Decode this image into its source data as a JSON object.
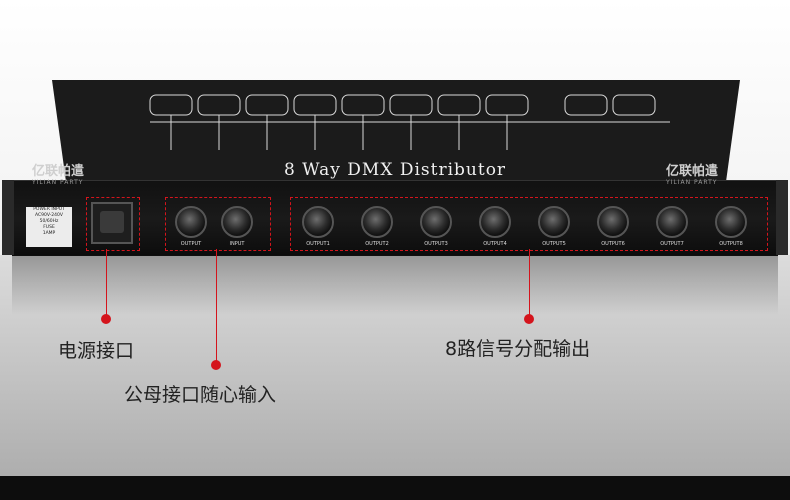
{
  "device": {
    "title": "8 Way DMX Distributor",
    "brand_left": "亿联帕遣",
    "brand_left_sub": "YILIAN PARTY",
    "brand_right": "亿联帕遣",
    "brand_right_sub": "YILIAN PARTY"
  },
  "power_panel": {
    "line1": "POWER INPUT",
    "line2": "AC90V-240V 50/60Hz",
    "line3": "FUSE",
    "line4": "1AMP"
  },
  "io_jacks": [
    {
      "label": "OUTPUT"
    },
    {
      "label": "INPUT"
    }
  ],
  "output_jacks": [
    {
      "label": "OUTPUT1"
    },
    {
      "label": "OUTPUT2"
    },
    {
      "label": "OUTPUT3"
    },
    {
      "label": "OUTPUT4"
    },
    {
      "label": "OUTPUT5"
    },
    {
      "label": "OUTPUT6"
    },
    {
      "label": "OUTPUT7"
    },
    {
      "label": "OUTPUT8"
    }
  ],
  "callouts": {
    "power": "电源接口",
    "io": "公母接口随心输入",
    "outputs": "8路信号分配输出"
  },
  "colors": {
    "accent": "#d4141c",
    "device_body": "#111111"
  }
}
